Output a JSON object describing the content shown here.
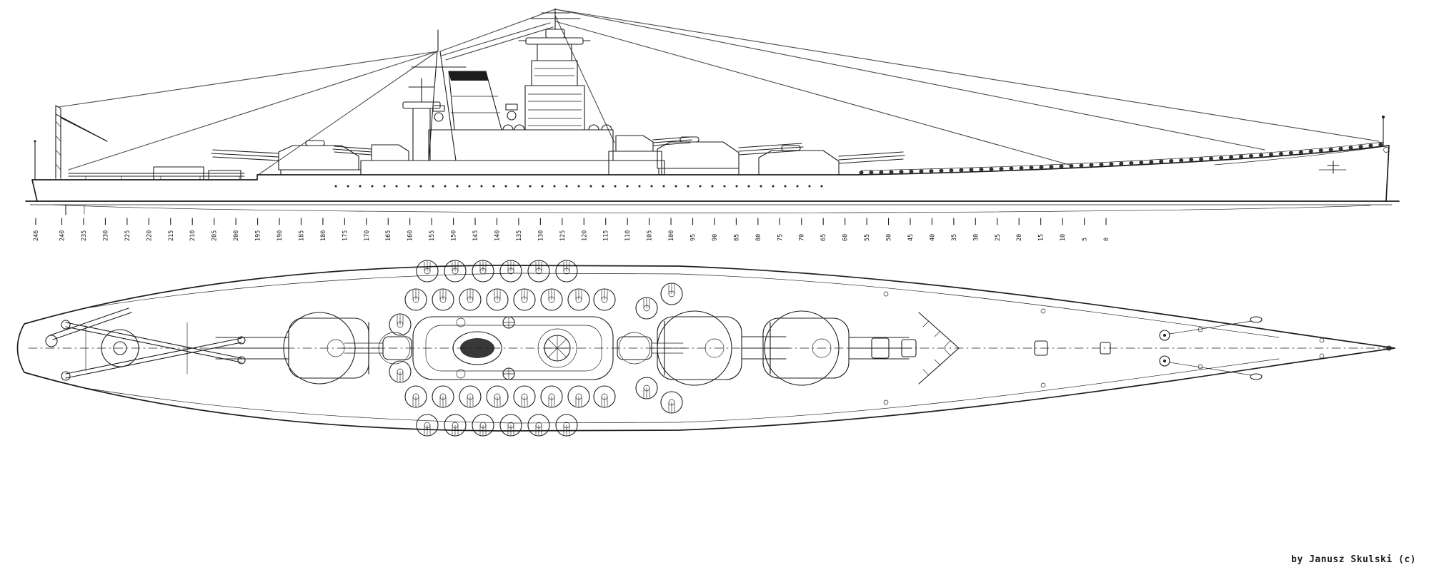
{
  "colors": {
    "ink": "#1d1d1d",
    "paper": "#ffffff"
  },
  "credit": {
    "text": "by Janusz Skulski (c)"
  },
  "scale": {
    "labels": [
      "246",
      "240",
      "235",
      "230",
      "225",
      "220",
      "215",
      "210",
      "205",
      "200",
      "195",
      "190",
      "185",
      "180",
      "175",
      "170",
      "165",
      "160",
      "155",
      "150",
      "145",
      "140",
      "135",
      "130",
      "125",
      "120",
      "115",
      "110",
      "105",
      "100",
      "95",
      "90",
      "85",
      "80",
      "75",
      "70",
      "65",
      "60",
      "55",
      "50",
      "45",
      "40",
      "35",
      "30",
      "25",
      "20",
      "15",
      "10",
      "5",
      "0"
    ]
  }
}
